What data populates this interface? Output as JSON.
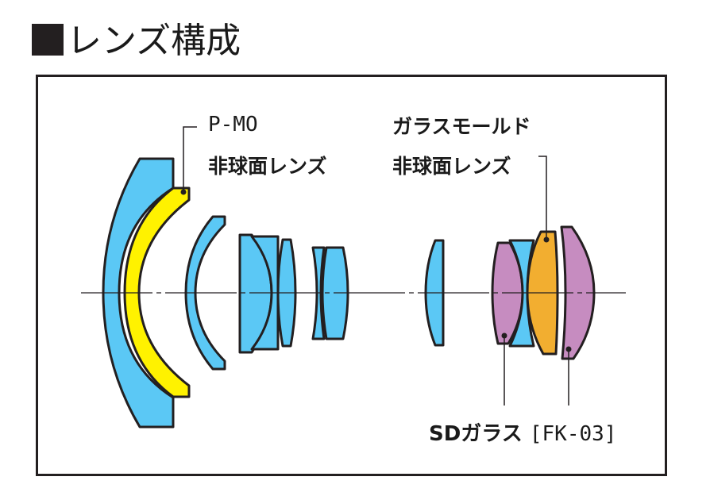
{
  "header": {
    "title": "レンズ構成",
    "bullet_icon": "black-square-icon"
  },
  "diagram": {
    "labels": {
      "pmo_line1": "P-MO",
      "pmo_line2": "非球面レンズ",
      "glass_mold_line1": "ガラスモールド",
      "glass_mold_line2": "非球面レンズ",
      "sd_glass_prefix": "SDガラス",
      "sd_glass_code": "[FK-03]"
    },
    "legend_colors": {
      "standard_glass": "#5bc8f5",
      "pmo_aspherical": "#fff200",
      "glass_mold_aspherical": "#f2ae30",
      "sd_glass": "#c68cc0",
      "outline": "#231f20"
    }
  }
}
